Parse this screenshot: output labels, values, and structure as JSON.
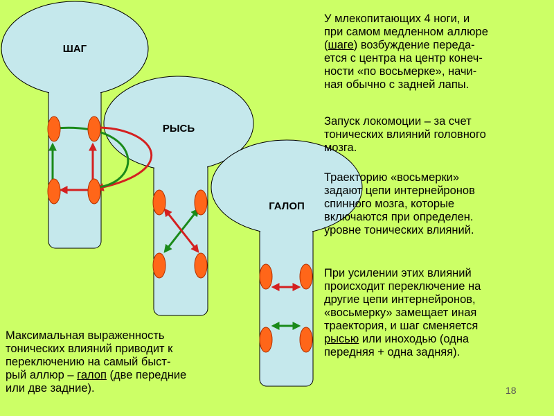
{
  "diagram": {
    "labels": {
      "walk": "ШАГ",
      "trot": "РЫСЬ",
      "gallop": "ГАЛОП"
    }
  },
  "text": {
    "p1": {
      "l1": "У млекопитающих 4 ноги, и",
      "l2a": "при самом медленном аллюре",
      "l3a": "(",
      "l3u": "шаге",
      "l3b": ") возбуждение переда-",
      "l4": "ется с центра на центр конеч-",
      "l5": "ности «по восьмерке», начи-",
      "l6": "ная обычно с задней лапы."
    },
    "p2": {
      "l1": "Запуск локомоции – за счет",
      "l2": "тонических влияний головного",
      "l3": "мозга."
    },
    "p3": {
      "l1": "Траекторию «восьмерки»",
      "l2": "задают цепи интернейронов",
      "l3": "спинного мозга, которые",
      "l4": "включаются при определен.",
      "l5": "уровне тонических влияний."
    },
    "p4": {
      "l1": "При усилении этих влияний",
      "l2": "происходит переключение на",
      "l3": "другие цепи интернейронов,",
      "l4": "«восьмерку» замещает иная",
      "l5": "траектория, и шаг сменяется",
      "l6u": "рысью",
      "l6b": " или иноходью (одна",
      "l7": "передняя + одна задняя)."
    },
    "p5": {
      "l1": "Максимальная выраженность",
      "l2": "тонических влияний приводит к",
      "l3": "переключению на самый быст-",
      "l4a": "рый аллюр – ",
      "l4u": "галоп",
      "l4b": " (две передние",
      "l5": "или две задние)."
    }
  },
  "slide_number": "18",
  "colors": {
    "background": "#ccff66",
    "brain": "#c5e8ec",
    "center": "#ff6619",
    "red_arrow": "#d42020",
    "green_arrow": "#1a8a1a"
  }
}
